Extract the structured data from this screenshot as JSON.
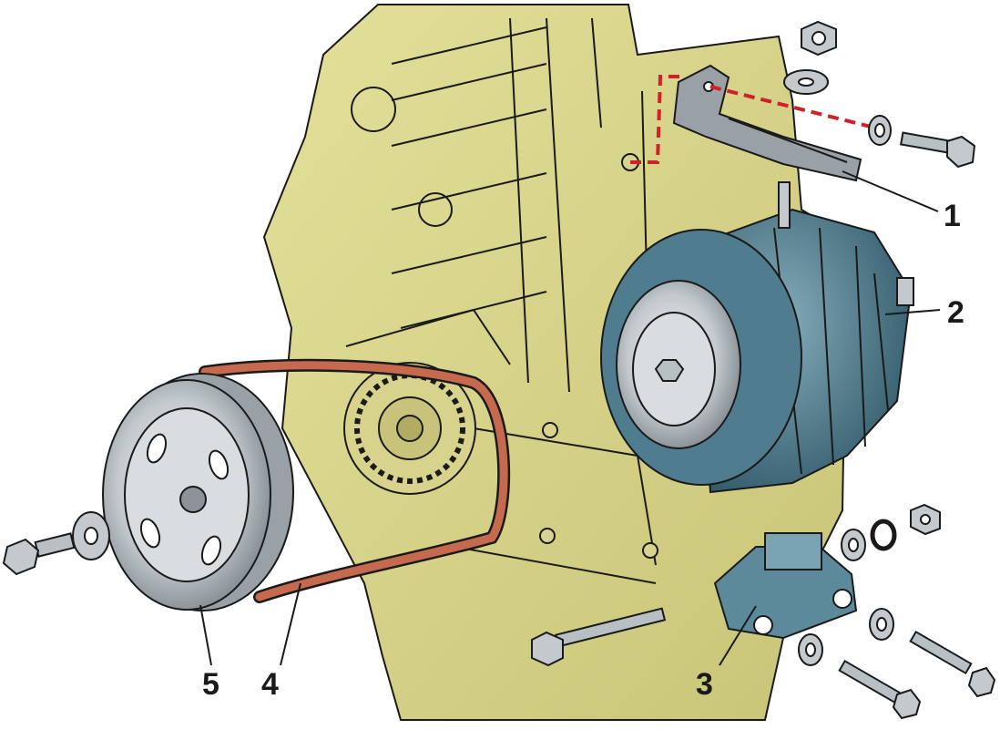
{
  "colors": {
    "engine_block": "#dcd98c",
    "engine_shadow": "#b9b56a",
    "outline": "#1a1a1a",
    "alternator": "#3f6f82",
    "alternator_light": "#7aa3b3",
    "metal": "#c9ced2",
    "metal_dark": "#8c9398",
    "belt": "#c56a4e",
    "dashed_line": "#d0202a"
  },
  "labels": {
    "label_1": "1",
    "label_2": "2",
    "label_3": "3",
    "label_4": "4",
    "label_5": "5"
  }
}
